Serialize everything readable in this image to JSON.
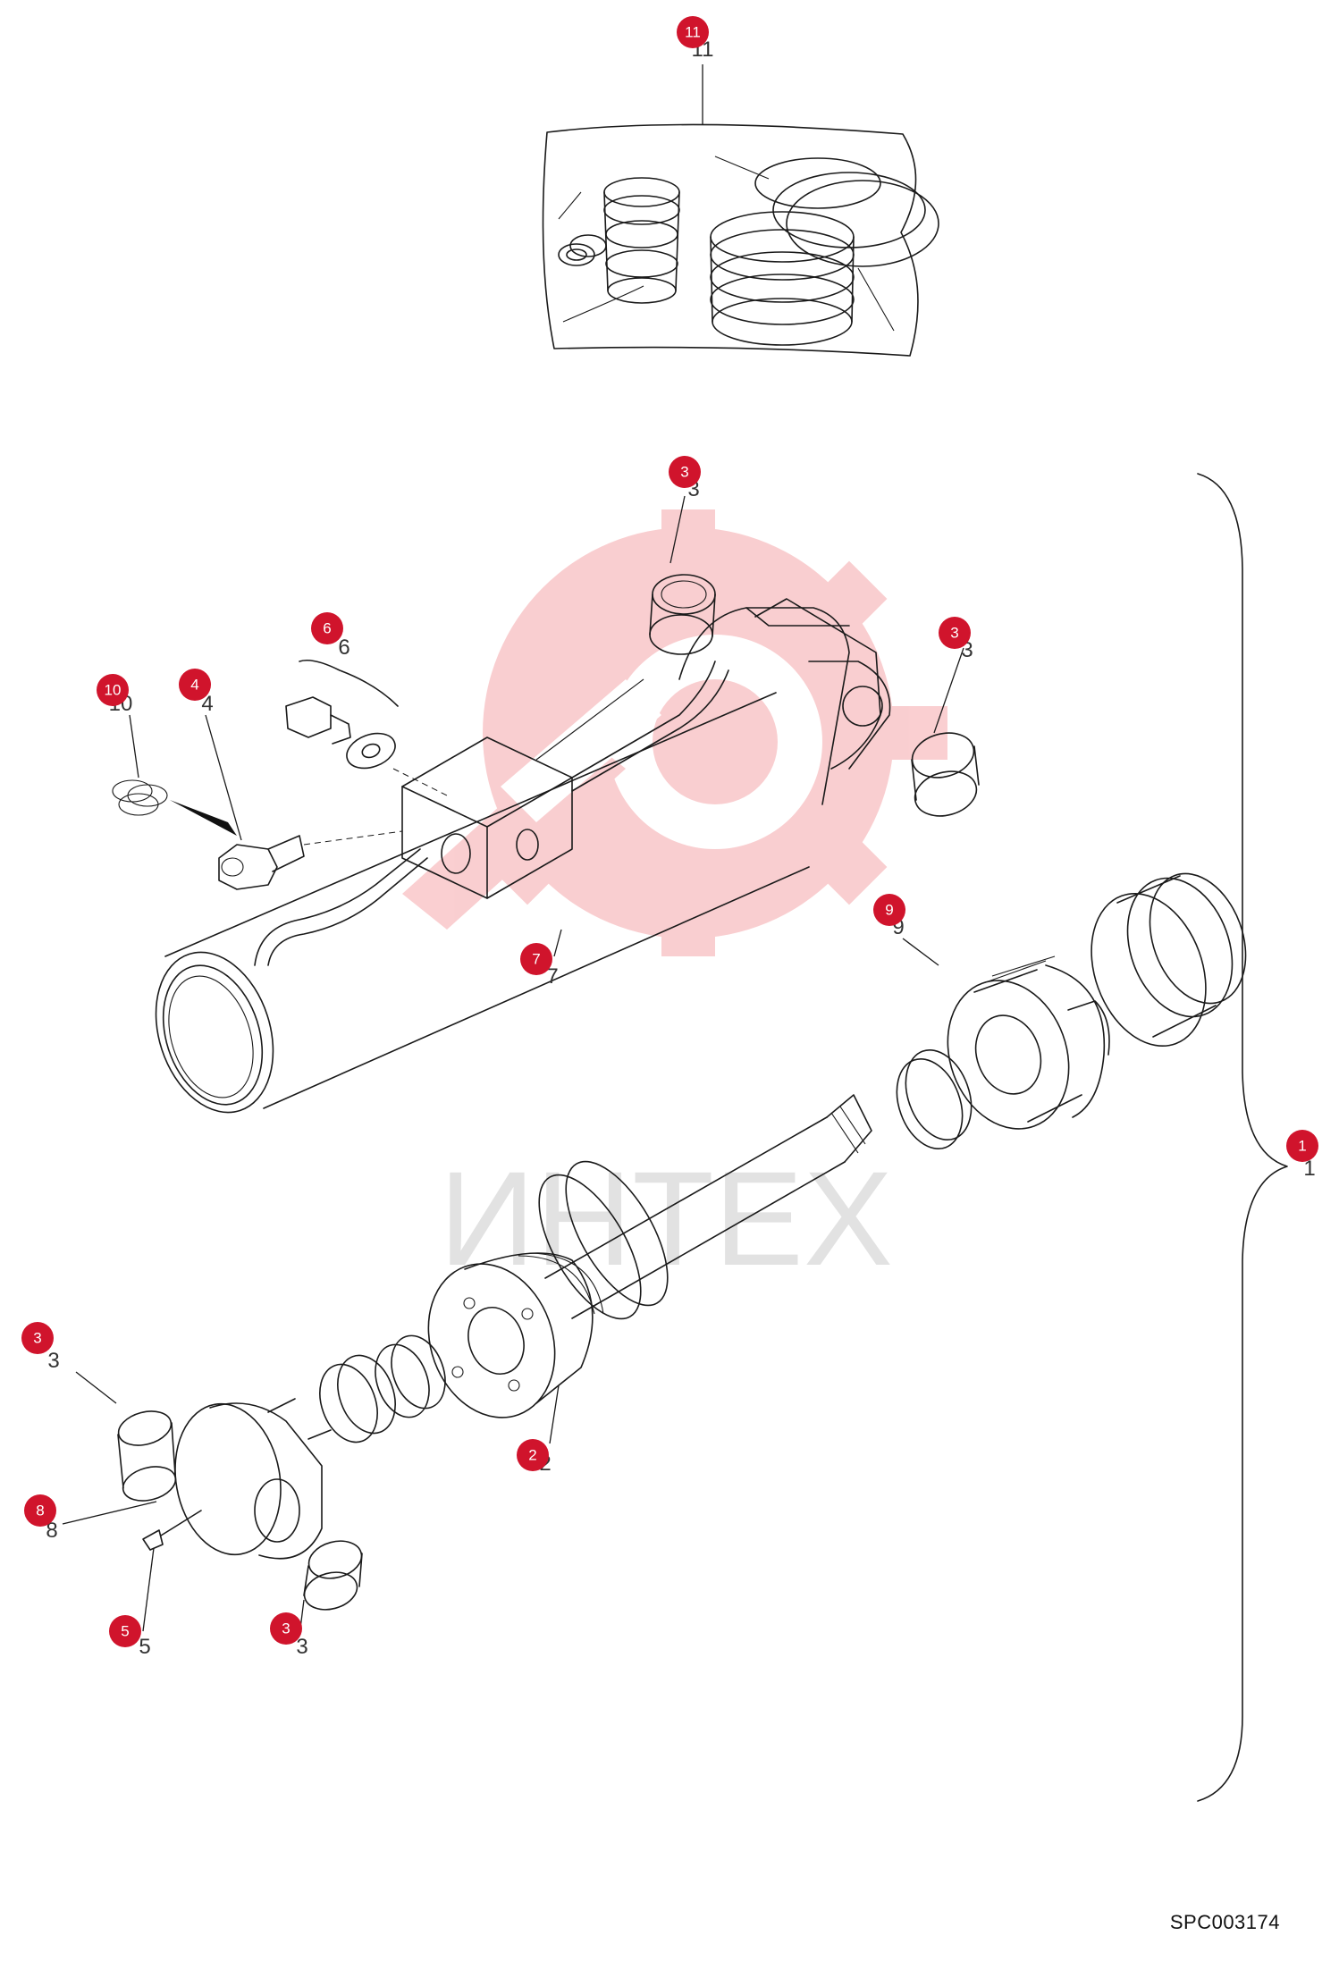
{
  "diagram": {
    "callouts": [
      "11",
      "3",
      "3",
      "6",
      "10",
      "4",
      "9",
      "7",
      "1",
      "3",
      "8",
      "2",
      "5",
      "3"
    ],
    "leader_numbers": [
      "11",
      "3",
      "3",
      "6",
      "10",
      "4",
      "9",
      "7",
      "1",
      "3",
      "8",
      "2",
      "5",
      "3"
    ],
    "drawing_code": "SPC003174",
    "watermark": {
      "text": "ИНТЕХ",
      "color": "#e8262c"
    },
    "callout_color": "#d0142c"
  }
}
